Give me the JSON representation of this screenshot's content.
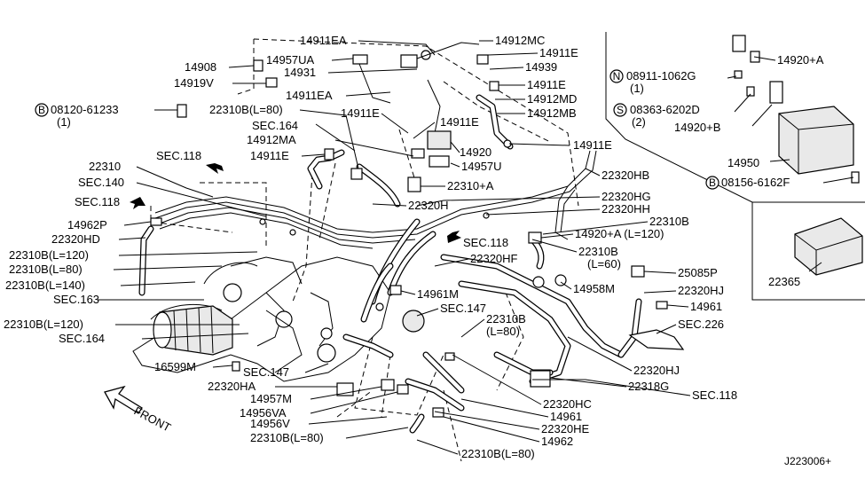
{
  "diagram_id": "J223006+",
  "front_label": "FRONT",
  "labels": {
    "l_14911EA_a": "14911EA",
    "l_14912MC": "14912MC",
    "l_14957UA": "14957UA",
    "l_14911E_a": "14911E",
    "l_14908": "14908",
    "l_14931": "14931",
    "l_14939": "14939",
    "l_14919V": "14919V",
    "l_14911E_b": "14911E",
    "l_14911EA_b": "14911EA",
    "l_14912MD": "14912MD",
    "l_08120": "08120-61233",
    "l_08120_q": "(1)",
    "l_22310B_80_a": "22310B(L=80)",
    "l_14911E_c": "14911E",
    "l_14912MB": "14912MB",
    "l_sec164_a": "SEC.164",
    "l_14911E_d": "14911E",
    "l_14912MA": "14912MA",
    "l_14920": "14920",
    "l_14911E_e": "14911E",
    "l_14911E_f": "14911E",
    "l_14957U": "14957U",
    "l_sec118_a": "SEC.118",
    "l_22310": "22310",
    "l_22320HB": "22320HB",
    "l_sec140": "SEC.140",
    "l_22310A": "22310+A",
    "l_sec118_b": "SEC.118",
    "l_22320HG": "22320HG",
    "l_22320H": "22320H",
    "l_22320HH": "22320HH",
    "l_14962P": "14962P",
    "l_22310B_r": "22310B",
    "l_22320HD": "22320HD",
    "l_14920A_120": "14920+A  (L=120)",
    "l_sec118_c": "SEC.118",
    "l_22310B_120_a": "22310B(L=120)",
    "l_22320HF": "22320HF",
    "l_22310B_60": "22310B",
    "l_22310B_60_q": "(L=60)",
    "l_22310B_80_b": "22310B(L=80)",
    "l_25085P": "25085P",
    "l_22310B_140": "22310B(L=140)",
    "l_14961M": "14961M",
    "l_14958M": "14958M",
    "l_22320HJ_a": "22320HJ",
    "l_sec163": "SEC.163",
    "l_sec147_a": "SEC.147",
    "l_14961_a": "14961",
    "l_22310B_120_b": "22310B(L=120)",
    "l_22310B_mid": "22310B",
    "l_22310B_mid_q": "(L=80)",
    "l_sec226": "SEC.226",
    "l_sec164_b": "SEC.164",
    "l_16599M": "16599M",
    "l_sec147_b": "SEC.147",
    "l_22320HJ_b": "22320HJ",
    "l_22320HA": "22320HA",
    "l_22318G": "22318G",
    "l_sec118_d": "SEC.118",
    "l_14957M": "14957M",
    "l_22320HC": "22320HC",
    "l_14956VA": "14956VA",
    "l_14961_b": "14961",
    "l_14956V": "14956V",
    "l_22320HE": "22320HE",
    "l_22310B_80_c": "22310B(L=80)",
    "l_14962": "14962",
    "l_22310B_80_d": "22310B(L=80)",
    "l_08911": "08911-1062G",
    "l_08911_q": "(1)",
    "l_14920A_b": "14920+A",
    "l_08363": "08363-6202D",
    "l_08363_q": "(2)",
    "l_14920B": "14920+B",
    "l_14950": "14950",
    "l_08156": "08156-6162F",
    "l_22365": "22365"
  },
  "circled": {
    "b_08120": "B",
    "n_08911": "N",
    "s_08363": "S",
    "b_08156": "B"
  }
}
